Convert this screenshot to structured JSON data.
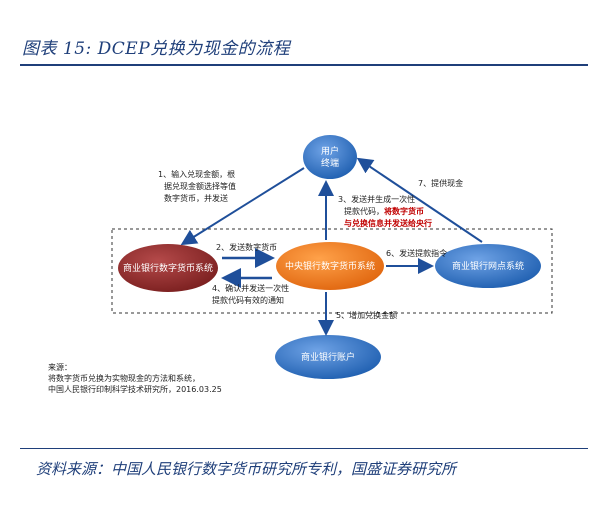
{
  "title": "图表 15: DCEP兑换为现金的流程",
  "nodes": {
    "user": "用户\n终端",
    "commercial_bank_system": "商业银行数字货币系统",
    "central_bank_system": "中央银行数字货币系统",
    "branch_system": "商业银行网点系统",
    "commercial_bank_account": "商业银行账户"
  },
  "steps": {
    "s1_line1": "1、输入兑现金额，根",
    "s1_line2": "据兑现金额选择等值",
    "s1_line3": "数字货币，并发送",
    "s2": "2、发送数字货币",
    "s3_line1": "3、发送并生成一次性",
    "s3_line2": "提款代码，",
    "s3_red1": "将数字货币",
    "s3_red2": "与兑换信息并发送给央行",
    "s4_line1": "4、确认并发送一次性",
    "s4_line2": "提款代码有效的通知",
    "s5": "5、增加兑换金额",
    "s6": "6、发送提款指令",
    "s7": "7、提供现金"
  },
  "note": {
    "label": "来源：",
    "line1": "将数字货币兑换为实物现金的方法和系统，",
    "line2": "中国人民银行印制科学技术研究所，2016.03.25"
  },
  "source": "资料来源：中国人民银行数字货币研究所专利，国盛证券研究所",
  "colors": {
    "blue_node": "#2f6fc0",
    "red_node": "#8b2a2a",
    "orange_node": "#f07a1a",
    "arrow": "#1f4f9a",
    "title": "#1f3f7a"
  }
}
